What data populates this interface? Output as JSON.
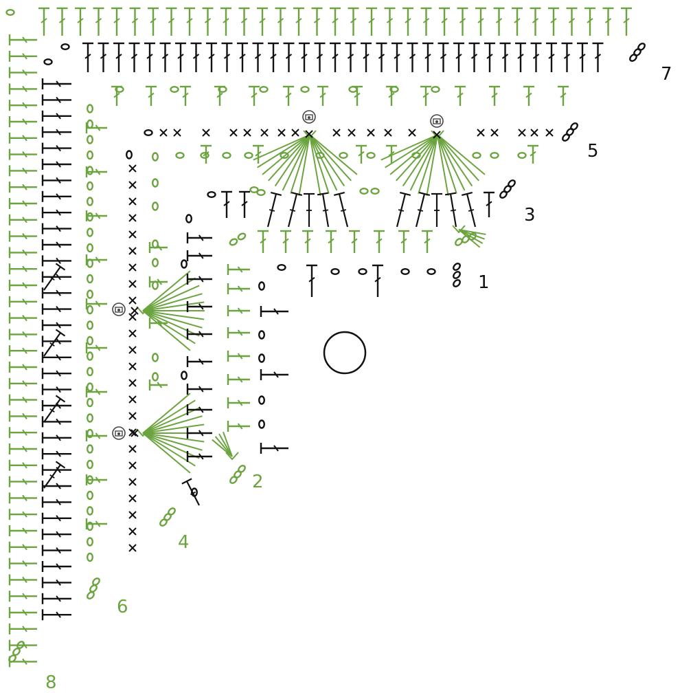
{
  "colors": {
    "green": "#6ba43f",
    "black": "#111111",
    "background": "#ffffff"
  },
  "diagram": {
    "center_ring": "magic-ring",
    "round_labels": [
      {
        "text": "1",
        "color": "#111111"
      },
      {
        "text": "2",
        "color": "#6ba43f"
      },
      {
        "text": "3",
        "color": "#111111"
      },
      {
        "text": "4",
        "color": "#6ba43f"
      },
      {
        "text": "5",
        "color": "#111111"
      },
      {
        "text": "6",
        "color": "#6ba43f"
      },
      {
        "text": "7",
        "color": "#111111"
      },
      {
        "text": "8",
        "color": "#6ba43f"
      }
    ],
    "symbols": {
      "chain": "chain-stitch",
      "single_crochet": "single-crochet",
      "half_double": "half-double-crochet",
      "double": "double-crochet",
      "treble": "treble-crochet",
      "fan": "shell-of-doubles",
      "bobble": "bobble-stitch"
    }
  }
}
